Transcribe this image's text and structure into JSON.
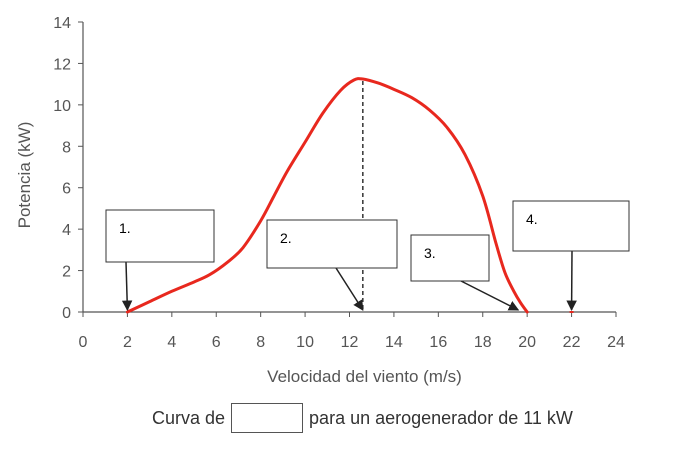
{
  "chart_data": {
    "type": "line",
    "xlabel": "Velocidad del viento (m/s)",
    "ylabel": "Potencia (kW)",
    "xlim": [
      0,
      24
    ],
    "ylim": [
      0,
      14
    ],
    "xticks": [
      0,
      2,
      4,
      6,
      8,
      10,
      12,
      14,
      16,
      18,
      20,
      22,
      24
    ],
    "yticks": [
      0,
      2,
      4,
      6,
      8,
      10,
      12,
      14
    ],
    "grid": false,
    "series": [
      {
        "color": "#e8281e",
        "x": [
          2,
          3,
          4,
          5,
          5.7,
          6.5,
          7.2,
          8,
          8.6,
          9.2,
          10,
          10.8,
          11.6,
          12.2,
          12.6,
          13.3,
          14,
          14.8,
          15.6,
          16.4,
          17.2,
          18,
          18.6,
          19,
          19.4,
          19.7,
          20
        ],
        "y": [
          0,
          0.5,
          1,
          1.45,
          1.8,
          2.4,
          3.1,
          4.4,
          5.6,
          6.8,
          8.2,
          9.6,
          10.7,
          11.2,
          11.25,
          11.05,
          10.75,
          10.35,
          9.75,
          8.9,
          7.6,
          5.6,
          3.3,
          1.9,
          1.0,
          0.45,
          0
        ]
      }
    ],
    "dashed_line": {
      "x": 12.6
    },
    "annotations": [
      {
        "label": "1.",
        "arrow_target": {
          "x": 2,
          "y": 0
        }
      },
      {
        "label": "2.",
        "arrow_target": {
          "x": 12.6,
          "y": 0
        }
      },
      {
        "label": "3.",
        "arrow_target": {
          "x": 19.6,
          "y": 0
        }
      },
      {
        "label": "4.",
        "arrow_target": {
          "x": 22,
          "y": 0
        }
      }
    ],
    "caption": {
      "before": "Curva de",
      "after": "para un aerogenerador de 11 kW"
    }
  }
}
